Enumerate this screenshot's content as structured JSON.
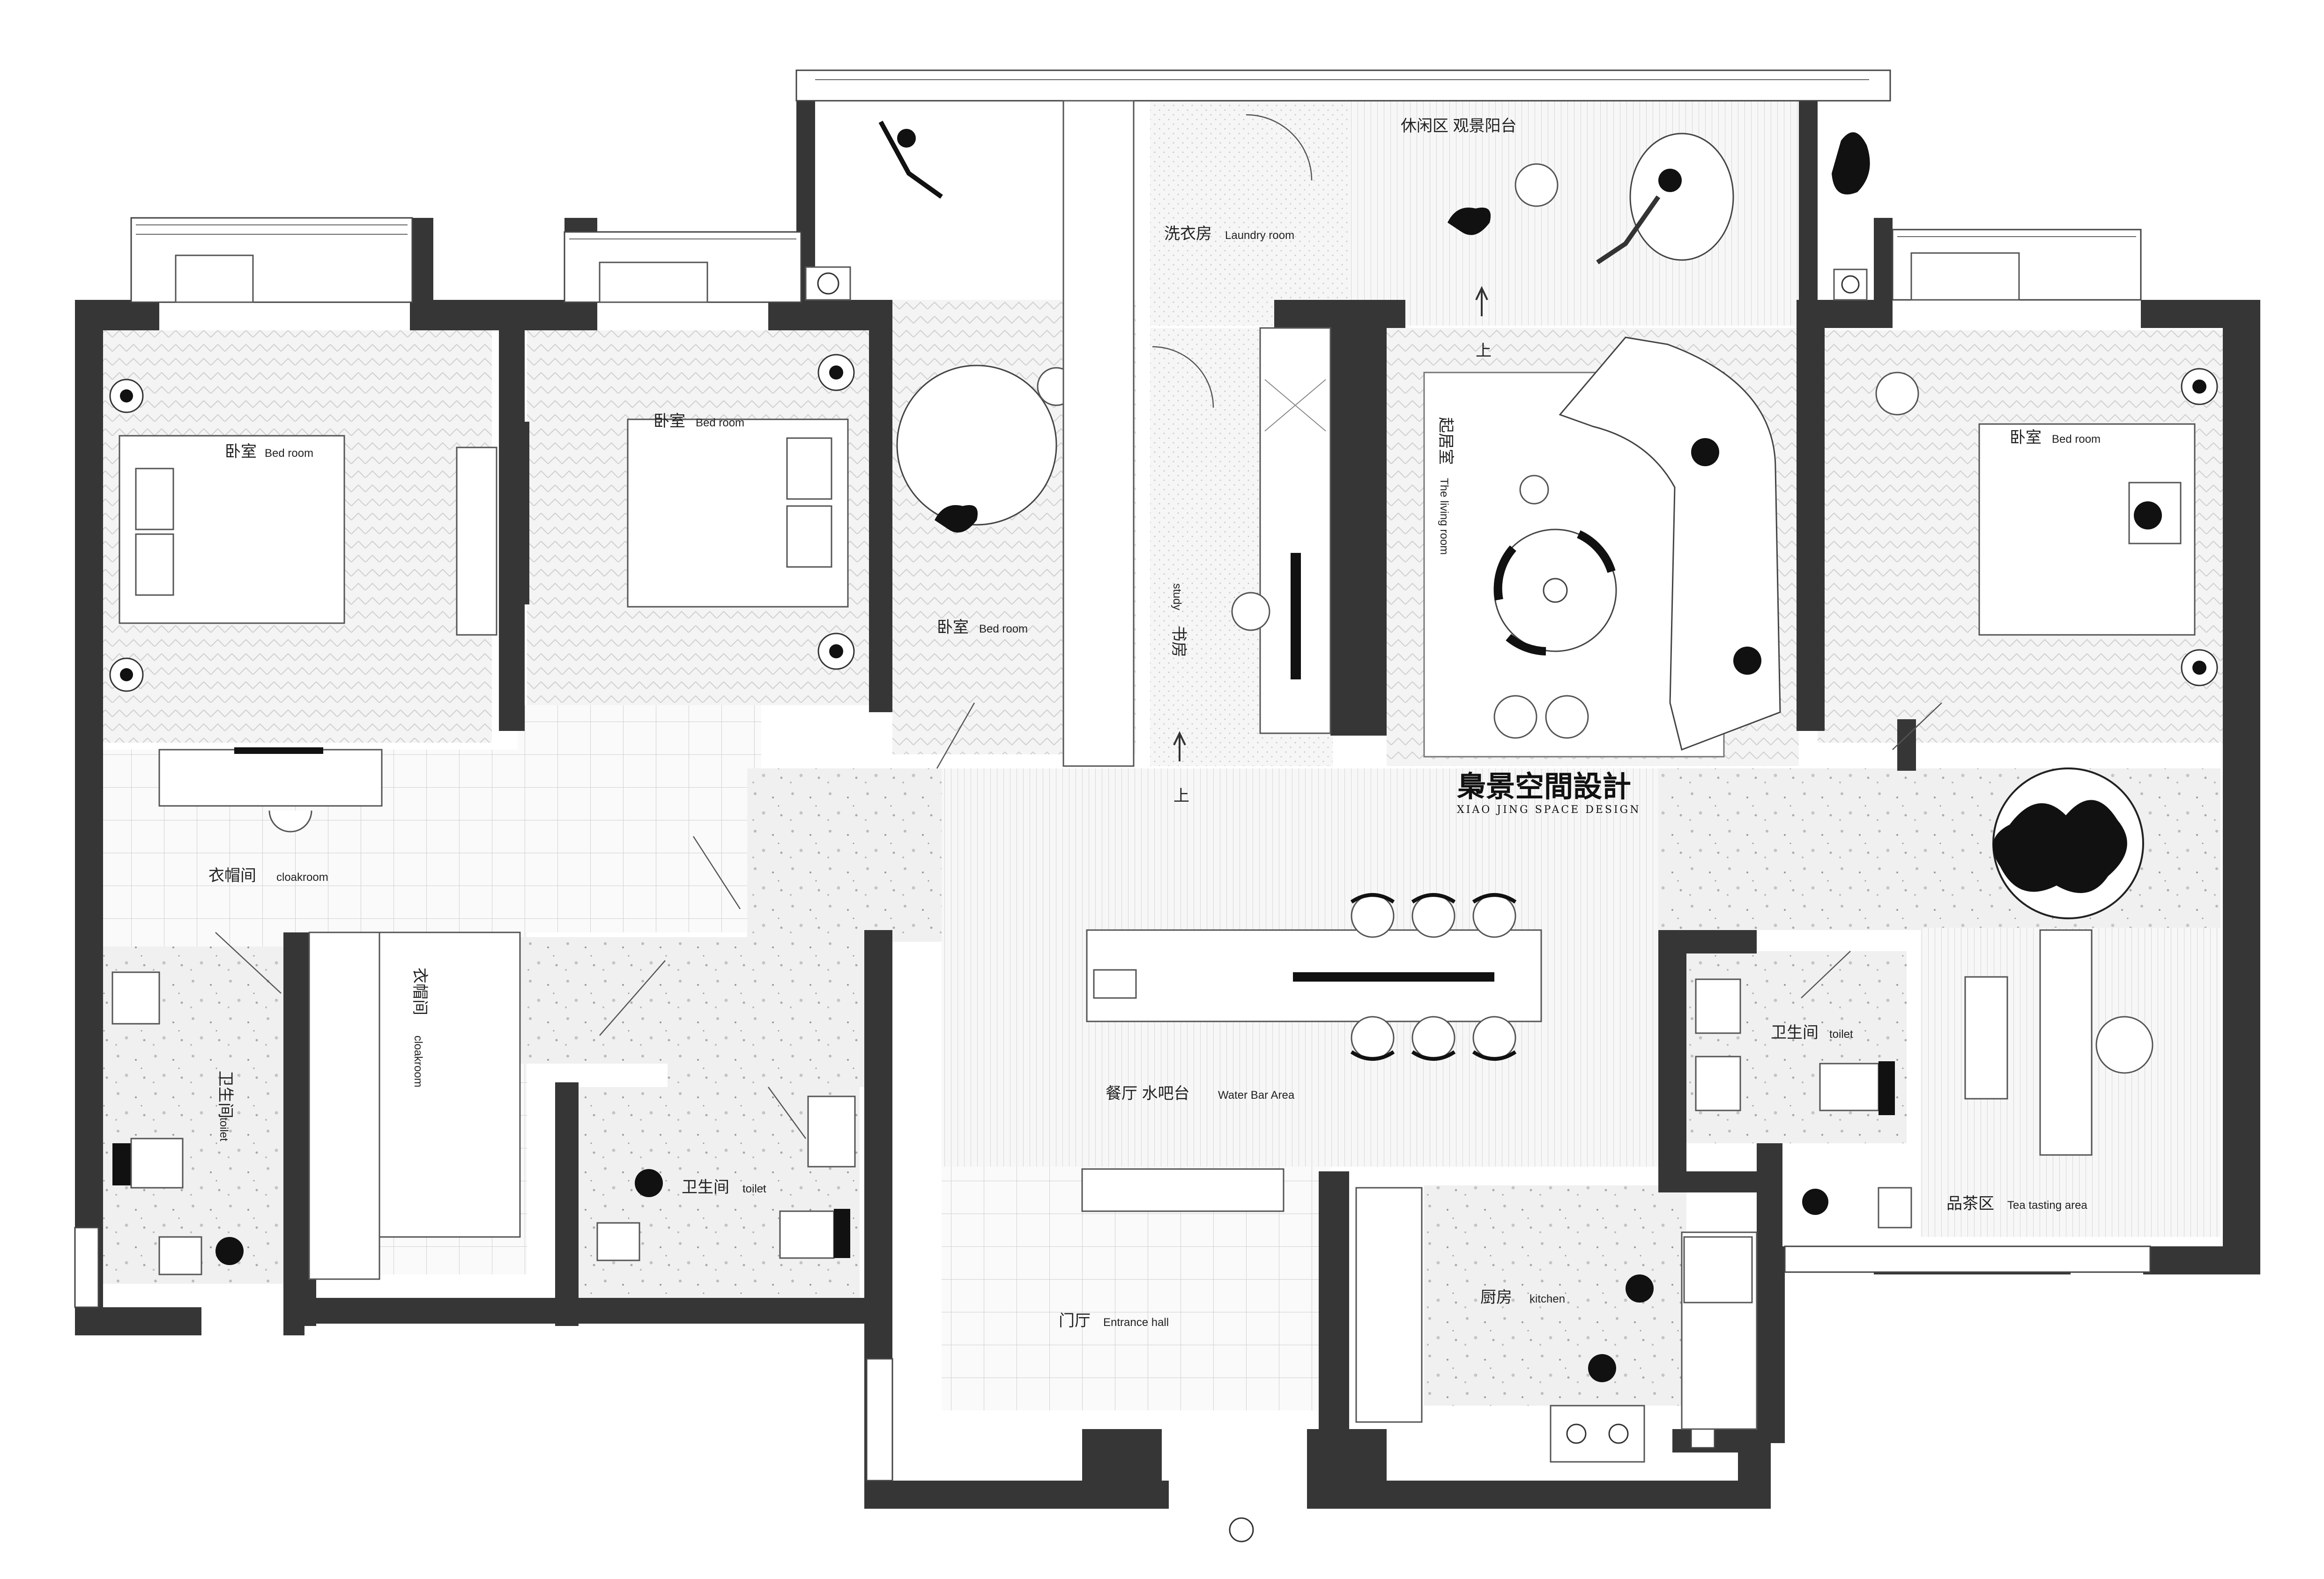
{
  "brand": {
    "name": "梟景空間設計",
    "tagline": "XIAO JING SPACE DESIGN"
  },
  "rooms": {
    "bedroom_1": {
      "cn": "卧室",
      "en": "Bed room"
    },
    "bedroom_2": {
      "cn": "卧室",
      "en": "Bed room"
    },
    "bedroom_3": {
      "cn": "卧室",
      "en": "Bed room"
    },
    "bedroom_4": {
      "cn": "卧室",
      "en": "Bed room"
    },
    "laundry": {
      "cn": "洗衣房",
      "en": "Laundry room"
    },
    "balcony": {
      "cn": "休闲区  观景阳台"
    },
    "study": {
      "cn": "书房",
      "en": "study"
    },
    "living": {
      "cn": "起居室",
      "en": "The living room"
    },
    "cloakroom_1": {
      "cn": "衣帽间",
      "en": "cloakroom"
    },
    "cloakroom_2": {
      "cn": "衣帽间",
      "en": "cloakroom"
    },
    "toilet_1": {
      "cn": "卫生间",
      "en": "toilet"
    },
    "toilet_2": {
      "cn": "卫生间",
      "en": "toilet"
    },
    "toilet_3": {
      "cn": "卫生间",
      "en": "toilet"
    },
    "dining": {
      "cn": "餐厅  水吧台",
      "en": "Water Bar Area"
    },
    "entrance": {
      "cn": "门厅",
      "en": "Entrance hall"
    },
    "kitchen": {
      "cn": "厨房",
      "en": "kitchen"
    },
    "tea": {
      "cn": "品茶区",
      "en": "Tea tasting area"
    }
  },
  "stairs": {
    "up_1": "上",
    "up_2": "上"
  },
  "colors": {
    "wall": "#363636",
    "floor_tint": "#ececec",
    "accent": "#111111"
  }
}
